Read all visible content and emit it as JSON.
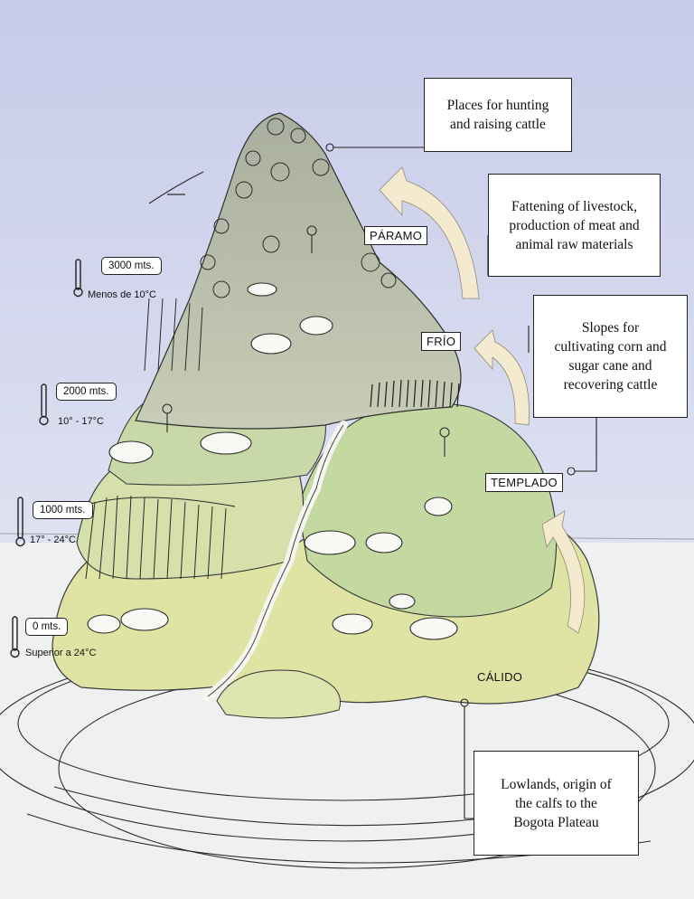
{
  "callouts": {
    "hunting": "Places for hunting\nand raising cattle",
    "fattening": "Fattening of livestock,\nproduction of meat and\nanimal raw materials",
    "slopes": "Slopes for\ncultivating corn and\nsugar cane and\nrecovering cattle",
    "lowlands": "Lowlands, origin of\nthe calfs to the\nBogota Plateau"
  },
  "altitudes": [
    {
      "altitude": "3000 mts.",
      "temperature": "Menos de 10°C"
    },
    {
      "altitude": "2000 mts.",
      "temperature": "10° - 17°C"
    },
    {
      "altitude": "1000 mts.",
      "temperature": "17° - 24°C"
    },
    {
      "altitude": "0 mts.",
      "temperature": "Superior a 24°C"
    }
  ],
  "zones": {
    "paramo": "PÁRAMO",
    "frio": "FRÍO",
    "templado": "TEMPLADO",
    "calido": "CÁLIDO"
  },
  "colors": {
    "sky_top": "#c9cdea",
    "sky_bottom": "#eef0f7",
    "mountain_grey": "#b4b9a9",
    "slope_green": "#c9dca8",
    "lowland_yellow": "#e2e6a8",
    "arrow_fill": "#f3ead0",
    "ground": "#eef1f0"
  }
}
